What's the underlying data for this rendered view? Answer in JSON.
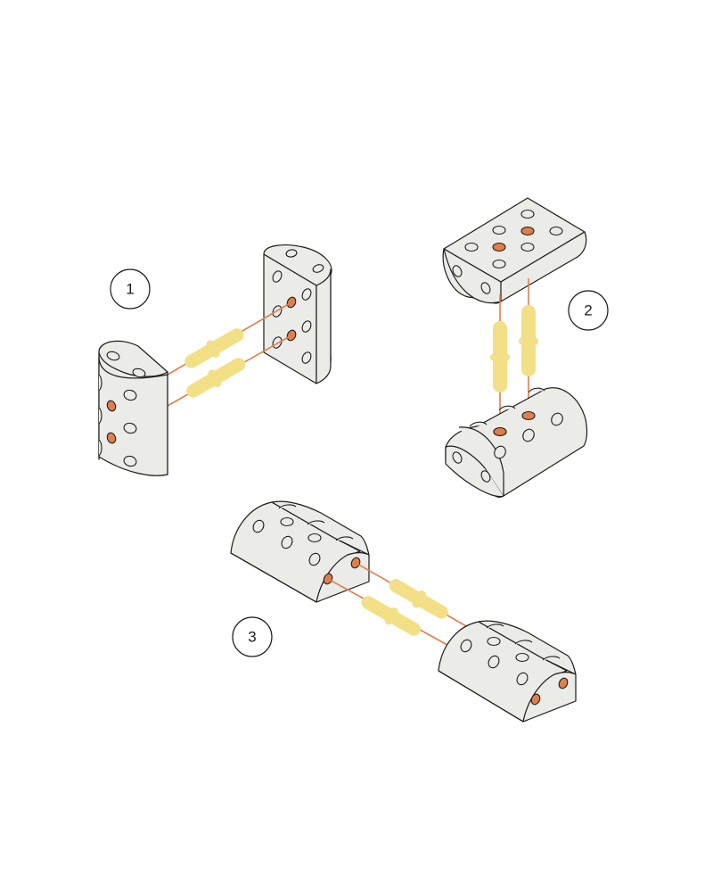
{
  "figure": {
    "type": "assembly-diagram",
    "description": "Three ways to join two half-cylinder perforated blocks with two connector pins",
    "colors": {
      "block_fill": "#ebebe7",
      "outline": "#1c1c1c",
      "active_hole": "#e07e4c",
      "wire": "#e07e4c",
      "pin": "#f2df86",
      "background": "#ffffff"
    }
  },
  "steps": [
    {
      "number": "1",
      "orientation": "vertical blocks, horizontal pins (side-to-side)"
    },
    {
      "number": "2",
      "orientation": "stacked blocks, vertical pins (top-to-bottom)"
    },
    {
      "number": "3",
      "orientation": "end-to-end blocks, diagonal pins"
    }
  ]
}
